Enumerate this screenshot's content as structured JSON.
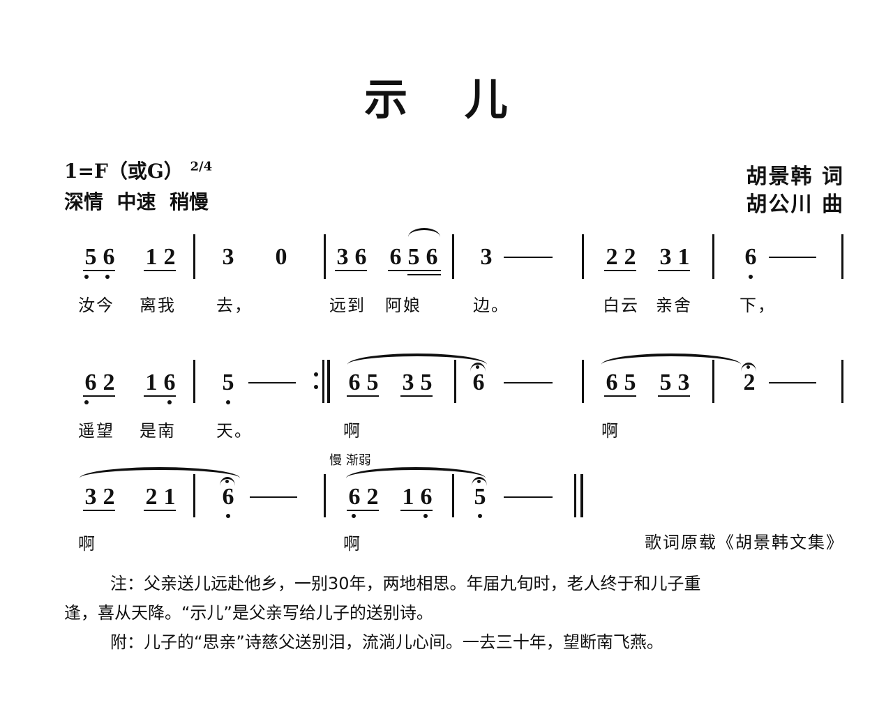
{
  "header": {
    "title": "示 儿",
    "key": "1=F（或G）",
    "time_signature": "2/4",
    "tempo": "深情  中速  稍慢",
    "lyricist": "胡景韩 词",
    "composer": "胡公川 曲"
  },
  "score": {
    "line1": {
      "notes": [
        "5",
        "6",
        "1",
        "2",
        "3",
        "0",
        "3",
        "6",
        "6",
        "5",
        "6",
        "3",
        "2",
        "2",
        "3",
        "1",
        "6"
      ],
      "lyrics": [
        "汝今",
        "离我",
        "去，",
        "远到",
        "阿娘",
        "边。",
        "白云",
        "亲舍",
        "下，"
      ]
    },
    "line2": {
      "notes": [
        "6",
        "2",
        "1",
        "6",
        "5",
        "6",
        "5",
        "3",
        "5",
        "6",
        "6",
        "5",
        "5",
        "3",
        "2"
      ],
      "lyrics": [
        "遥望",
        "是南",
        "天。",
        "啊",
        "啊"
      ]
    },
    "line3": {
      "notes": [
        "3",
        "2",
        "2",
        "1",
        "6",
        "6",
        "2",
        "1",
        "6",
        "5"
      ],
      "lyrics": [
        "啊",
        "啊"
      ],
      "annotation": "慢 渐弱"
    }
  },
  "footer": {
    "source": "歌词原载《胡景韩文集》",
    "note_line1": "注：父亲送儿远赴他乡，一别30年，两地相思。年届九旬时，老人终于和儿子重",
    "note_line2": "逢，喜从天降。“示儿”是父亲写给儿子的送别诗。",
    "appendix": "附：儿子的“思亲”诗慈父送别泪，流淌儿心间。一去三十年，望断南飞燕。"
  }
}
